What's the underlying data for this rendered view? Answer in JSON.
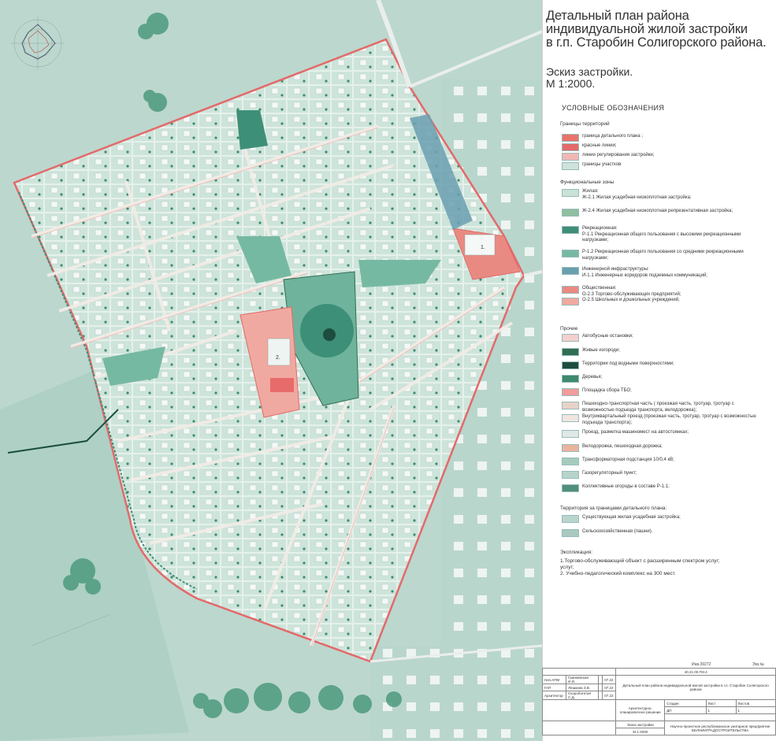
{
  "title": {
    "line1": "Детальный план района",
    "line2": "индивидуальной жилой застройки",
    "line3": "в г.п. Старобин Солигорского района.",
    "line4": "Эскиз застройки.",
    "line5": "М 1:2000."
  },
  "legend": {
    "heading": "УСЛОВНЫЕ ОБОЗНАЧЕНИЯ",
    "boundaries_heading": "Границы территорий",
    "boundaries": [
      {
        "label": "граница детального плана ;",
        "color": "#e8746a"
      },
      {
        "label": "красные линии;",
        "color": "#e36a6a"
      },
      {
        "label": "линии регулирования застройки;",
        "color": "#f2b7b4"
      },
      {
        "label": "границы участков",
        "color": "#cfe3da"
      }
    ],
    "zones_heading": "Функциональные зоны",
    "zones": [
      {
        "label": "Жилая:\nЖ-2.1 Жилая усадебная низкоплотная застройка;",
        "color": "#c9e2d6"
      },
      {
        "label": "Ж-2.4 Жилая усадебная низкоплотная репрезентативная застройка;",
        "color": "#8fbf9f"
      },
      {
        "label": "Рекреационная:\nР-1.1 Рекреационная общего пользования с высокими рекреационными нагрузками;",
        "color": "#3e8f78"
      },
      {
        "label": "Р-1.2 Рекреационная общего пользования со средними рекреационными нагрузками;",
        "color": "#76b9a3"
      },
      {
        "label": "Инженерной инфраструктуры:\nИ-1.1 Инженерных коридоров подземных коммуникаций;",
        "color": "#6a9fb0"
      },
      {
        "label": "Общественная:\nО-2.3 Торгово-обслуживающих предприятий;",
        "color": "#e98a82"
      },
      {
        "label": "О-2.5 Школьных и дошкольных учреждений;",
        "color": "#f0a9a0"
      }
    ],
    "other_heading": "Прочие",
    "other": [
      {
        "label": "Автобусные остановки;",
        "color": "#f3d0cd"
      },
      {
        "label": "Живые изгороди;",
        "color": "#2f6e52"
      },
      {
        "label": "Территории под водными поверхностями;",
        "color": "#1c4d3e"
      },
      {
        "label": "Деревья;",
        "color": "#3d8a6e"
      },
      {
        "label": "Площадка сбора ТБО;",
        "color": "#f19b9b"
      },
      {
        "label": "Пешеходно-транспортная часть ( проезжая часть, тротуар, тротуар с возможностью подъезда транспорта, велодорожка);",
        "color": "#e8d2c8"
      },
      {
        "label": "Внутриквартальный проезд (проезжая часть, тротуар, тротуар с возможностью подъезда транспорта);",
        "color": "#efe6df"
      },
      {
        "label": "Проезд, разметка машиномест на автостоянках;",
        "color": "#dfe8e4"
      },
      {
        "label": "Велодорожка, пешеходная дорожка;",
        "color": "#e9b49d"
      },
      {
        "label": "Трансформаторная подстанция 10/0,4 кВ;",
        "color": "#a6cbbd"
      },
      {
        "label": "Газорегуляторный пункт;",
        "color": "#b7d4ca"
      },
      {
        "label": "Коллективные огороды в составе Р-1.1;",
        "color": "#4f8f7b"
      }
    ],
    "outside_heading": "Территория за границами детального плана:",
    "outside": [
      {
        "label": "Существующая жилая усадебная застройка;",
        "color": "#b9d6cd"
      },
      {
        "label": "Сельскохозяйственная (пашни).",
        "color": "#a9c9c0"
      }
    ],
    "explication_heading": "Экспликация:",
    "explication_lines": [
      "1.Торгово-обслуживающий объект с расширенным спектром  услуг;",
      "услуг;",
      "2. Учебно-педагогический комплекс на 300 мест."
    ]
  },
  "stamp": {
    "inv": "Инв.39272",
    "ekz": "Экз.№",
    "code": "40.21-00.ГМ-4",
    "rows": [
      {
        "role": "Нач.АПМ",
        "name": "Гранкевская И.И.",
        "date": "07.22"
      },
      {
        "role": "ГАП",
        "name": "Лешкина З.В.",
        "date": "07.22"
      },
      {
        "role": "Архитектор",
        "name": "Скоробогатая С.Д.",
        "date": "07.22"
      }
    ],
    "project": "Детальный план района индивидуальной жилой застройки в г.п. Старобин Солигорского района",
    "section": "Архитектурно-планировочное решение",
    "stage_label": "Стадия",
    "sheet_label": "Лист",
    "sheets_label": "Листов",
    "stage": "ДП",
    "sheet": "1",
    "sheets": "1",
    "drawing": "Эскиз застройки",
    "scale": "М 1:2000",
    "org": "Научно-проектное республиканское унитарное предприятие БЕЛНИИГРАДОСТРОИТЕЛЬСТВА"
  },
  "map_labels": {
    "object1": "1.",
    "object2": "2."
  }
}
